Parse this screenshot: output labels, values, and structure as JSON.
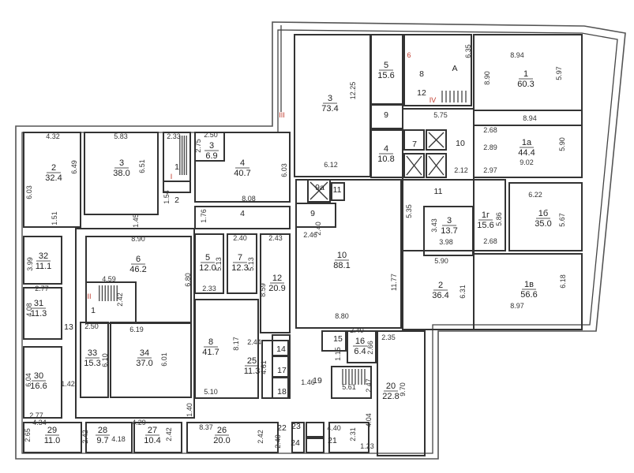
{
  "rooms": [
    {
      "num": "2",
      "area": "32.4"
    },
    {
      "num": "3",
      "area": "38.0"
    },
    {
      "num": "3",
      "area": "6.9"
    },
    {
      "num": "4",
      "area": "40.7"
    },
    {
      "num": "6",
      "area": "46.2"
    },
    {
      "num": "5",
      "area": "12.0"
    },
    {
      "num": "7",
      "area": "12.3"
    },
    {
      "num": "12",
      "area": "20.9"
    },
    {
      "num": "32",
      "area": "11.1"
    },
    {
      "num": "31",
      "area": "11.3"
    },
    {
      "num": "33",
      "area": "15.3"
    },
    {
      "num": "34",
      "area": "37.0"
    },
    {
      "num": "8",
      "area": "41.7"
    },
    {
      "num": "25",
      "area": "11.3"
    },
    {
      "num": "16",
      "area": "6.4"
    },
    {
      "num": "20",
      "area": "22.8"
    },
    {
      "num": "30",
      "area": "16.6"
    },
    {
      "num": "29",
      "area": "11.0"
    },
    {
      "num": "28",
      "area": "9.7"
    },
    {
      "num": "27",
      "area": "10.4"
    },
    {
      "num": "26",
      "area": "20.0"
    },
    {
      "num": "3",
      "area": "73.4"
    },
    {
      "num": "5",
      "area": "15.6"
    },
    {
      "num": "4",
      "area": "10.8"
    },
    {
      "num": "1",
      "area": "60.3"
    },
    {
      "num": "1а",
      "area": "44.4"
    },
    {
      "num": "3",
      "area": "13.7"
    },
    {
      "num": "1г",
      "area": "15.6"
    },
    {
      "num": "1б",
      "area": "35.0"
    },
    {
      "num": "10",
      "area": "88.1"
    },
    {
      "num": "2",
      "area": "36.4"
    },
    {
      "num": "1в",
      "area": "56.6"
    }
  ],
  "room_labels": [
    "1",
    "2",
    "4",
    "9",
    "1",
    "13",
    "14",
    "17",
    "18",
    "15",
    "19",
    "22",
    "23",
    "24",
    "21",
    "9",
    "8",
    "12",
    "A",
    "7",
    "10",
    "9а",
    "11",
    "11"
  ],
  "markers": [
    "I",
    "II",
    "III",
    "IV",
    "6"
  ],
  "colors": {
    "marker": "#c0392b",
    "wall": "#333333"
  },
  "dimensions": [
    "4.32",
    "6.49",
    "6.03",
    "1.51",
    "5.83",
    "6.51",
    "2.33",
    "1.54",
    "2.50",
    "2.75",
    "6.03",
    "8.08",
    "1.45",
    "1.76",
    "2.40",
    "2.46",
    "8.90",
    "6.80",
    "4.59",
    "2.42",
    "5.13",
    "2.33",
    "2.40",
    "5.13",
    "2.43",
    "8.59",
    "3.99",
    "2.77",
    "4.08",
    "2.50",
    "6.19",
    "6.10",
    "6.01",
    "8.17",
    "5.10",
    "2.44",
    "4.61",
    "1.46",
    "2.40",
    "2.66",
    "1.15",
    "5.61",
    "2.47",
    "2.35",
    "9.70",
    "6.04",
    "1.42",
    "2.77",
    "1.40",
    "4.34",
    "2.65",
    "2.42",
    "4.18",
    "4.29",
    "2.42",
    "8.37",
    "2.42",
    "2.40",
    "4.40",
    "2.31",
    "4.04",
    "1.23",
    "12.25",
    "6.12",
    "6.35",
    "5.75",
    "2.12",
    "8.94",
    "8.90",
    "5.97",
    "2.68",
    "8.94",
    "2.89",
    "5.90",
    "9.02",
    "2.97",
    "5.35",
    "3.43",
    "3.98",
    "5.86",
    "2.68",
    "6.22",
    "5.67",
    "11.77",
    "8.80",
    "5.90",
    "6.31",
    "6.18",
    "8.97"
  ]
}
